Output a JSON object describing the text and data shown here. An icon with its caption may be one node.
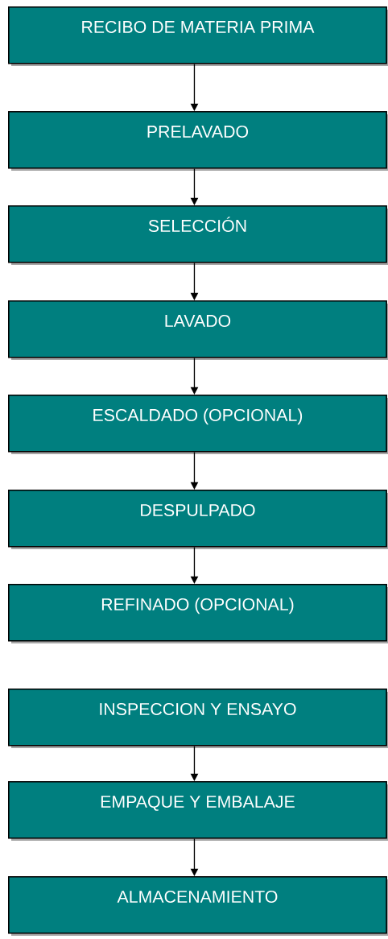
{
  "diagram": {
    "nodes": [
      {
        "text": [
          "RECIBO DE MATERIA PRIMA"
        ]
      },
      {
        "text": [
          "PRELAVADO"
        ]
      },
      {
        "text": [
          "SELECCIÓN"
        ]
      },
      {
        "text": [
          "LAVADO"
        ]
      },
      {
        "text": [
          "ESCALDADO (OPCIONAL)"
        ]
      },
      {
        "text": [
          "DESPULPADO"
        ]
      },
      {
        "text": [
          "REFINADO (OPCIONAL)"
        ]
      },
      {
        "text": [
          "INSPECCION Y ENSAYO"
        ]
      },
      {
        "text": [
          "EMPAQUE Y EMBALAJE"
        ]
      },
      {
        "text": [
          "ALMACENAMIENTO"
        ]
      }
    ],
    "edges": [
      {
        "from": 0,
        "to": 1,
        "arrow": "to"
      },
      {
        "from": 1,
        "to": 2,
        "arrow": "to"
      },
      {
        "from": 2,
        "to": 3,
        "arrow": "to"
      },
      {
        "from": 3,
        "to": 4,
        "arrow": "to"
      },
      {
        "from": 4,
        "to": 5,
        "arrow": "to"
      },
      {
        "from": 5,
        "to": 6,
        "arrow": "to"
      },
      {
        "from": 7,
        "to": 8,
        "arrow": "to"
      },
      {
        "from": 8,
        "to": 9,
        "arrow": "to"
      }
    ]
  }
}
